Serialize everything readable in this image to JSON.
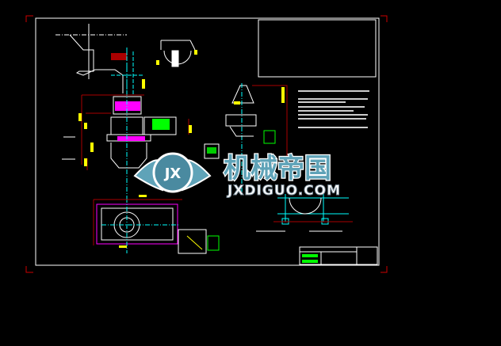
{
  "drawing": {
    "watermark": {
      "chinese": "机械帝国",
      "domain": "JXDIGUO.COM",
      "logo_letters": "JX"
    },
    "colors": {
      "background": "#000000",
      "frame": "#ffffff",
      "dimension": "#ffff00",
      "center_line": "#00ffff",
      "part_magenta": "#ff00ff",
      "part_green": "#00ff00",
      "hatch_red": "#aa0000"
    }
  }
}
